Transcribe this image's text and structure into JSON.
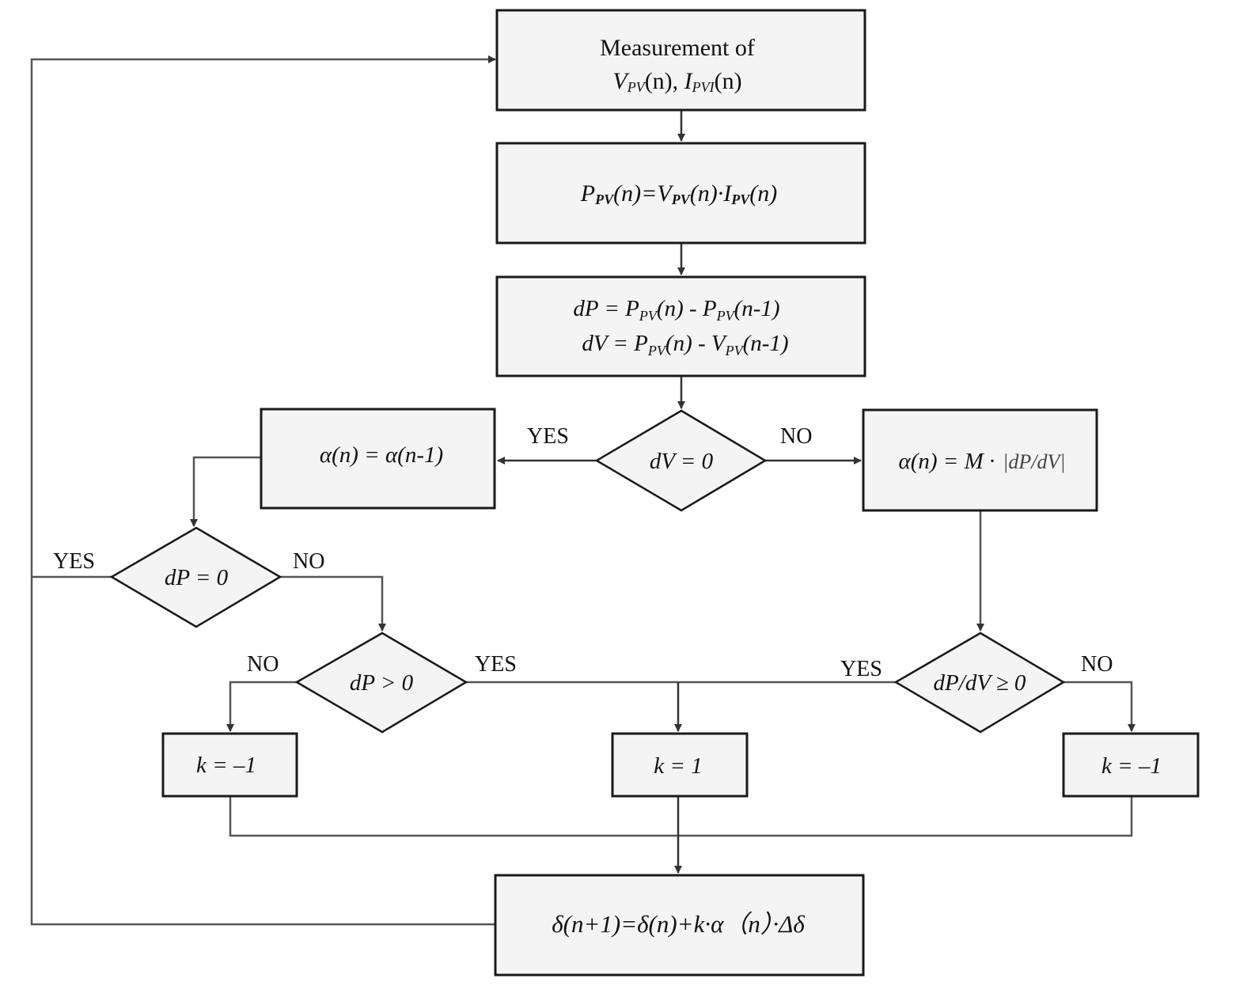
{
  "nodes": {
    "measure": {
      "line1": "Measurement of",
      "v_main": "V",
      "v_sub": "PV",
      "v_arg": "(n), ",
      "i_main": "I",
      "i_sub": "PVI",
      "i_arg": "(n)"
    },
    "power": {
      "p": "P",
      "p_sub": "PV",
      "eq": "(n)=V",
      "v_sub": "PV",
      "mid": "(n)·I",
      "i_sub": "PV",
      "end": "(n)"
    },
    "diff": {
      "l1_a": "dP",
      "l1_b": " = P",
      "l1_s1": "PV",
      "l1_c": "(n) - P",
      "l1_s2": "PV",
      "l1_d": "(n-1)",
      "l2_a": "dV",
      "l2_b": " = P",
      "l2_s1": "PV",
      "l2_c": "(n) - V",
      "l2_s2": "PV",
      "l2_d": "(n-1)"
    },
    "dv_zero": {
      "text": "dV = 0"
    },
    "alpha_same": {
      "text": "α(n) = α(n-1)"
    },
    "alpha_calc": {
      "a": "α(n) = M ·",
      "b": "|dP/dV|"
    },
    "dp_zero": {
      "text": "dP = 0"
    },
    "dp_pos": {
      "text": "dP > 0"
    },
    "dpdv_pos": {
      "text": "dP/dV ≥ 0"
    },
    "k_neg_left": {
      "text": "k = –1"
    },
    "k_one": {
      "text": "k = 1"
    },
    "k_neg_right": {
      "text": "k = –1"
    },
    "update": {
      "text": "δ(n+1)=δ(n)+k·α（n）·Δδ"
    }
  },
  "edge_labels": {
    "dv_yes": "YES",
    "dv_no": "NO",
    "dp0_yes": "YES",
    "dp0_no": "NO",
    "dppos_no": "NO",
    "dppos_yes": "YES",
    "dpdv_yes": "YES",
    "dpdv_no": "NO"
  }
}
